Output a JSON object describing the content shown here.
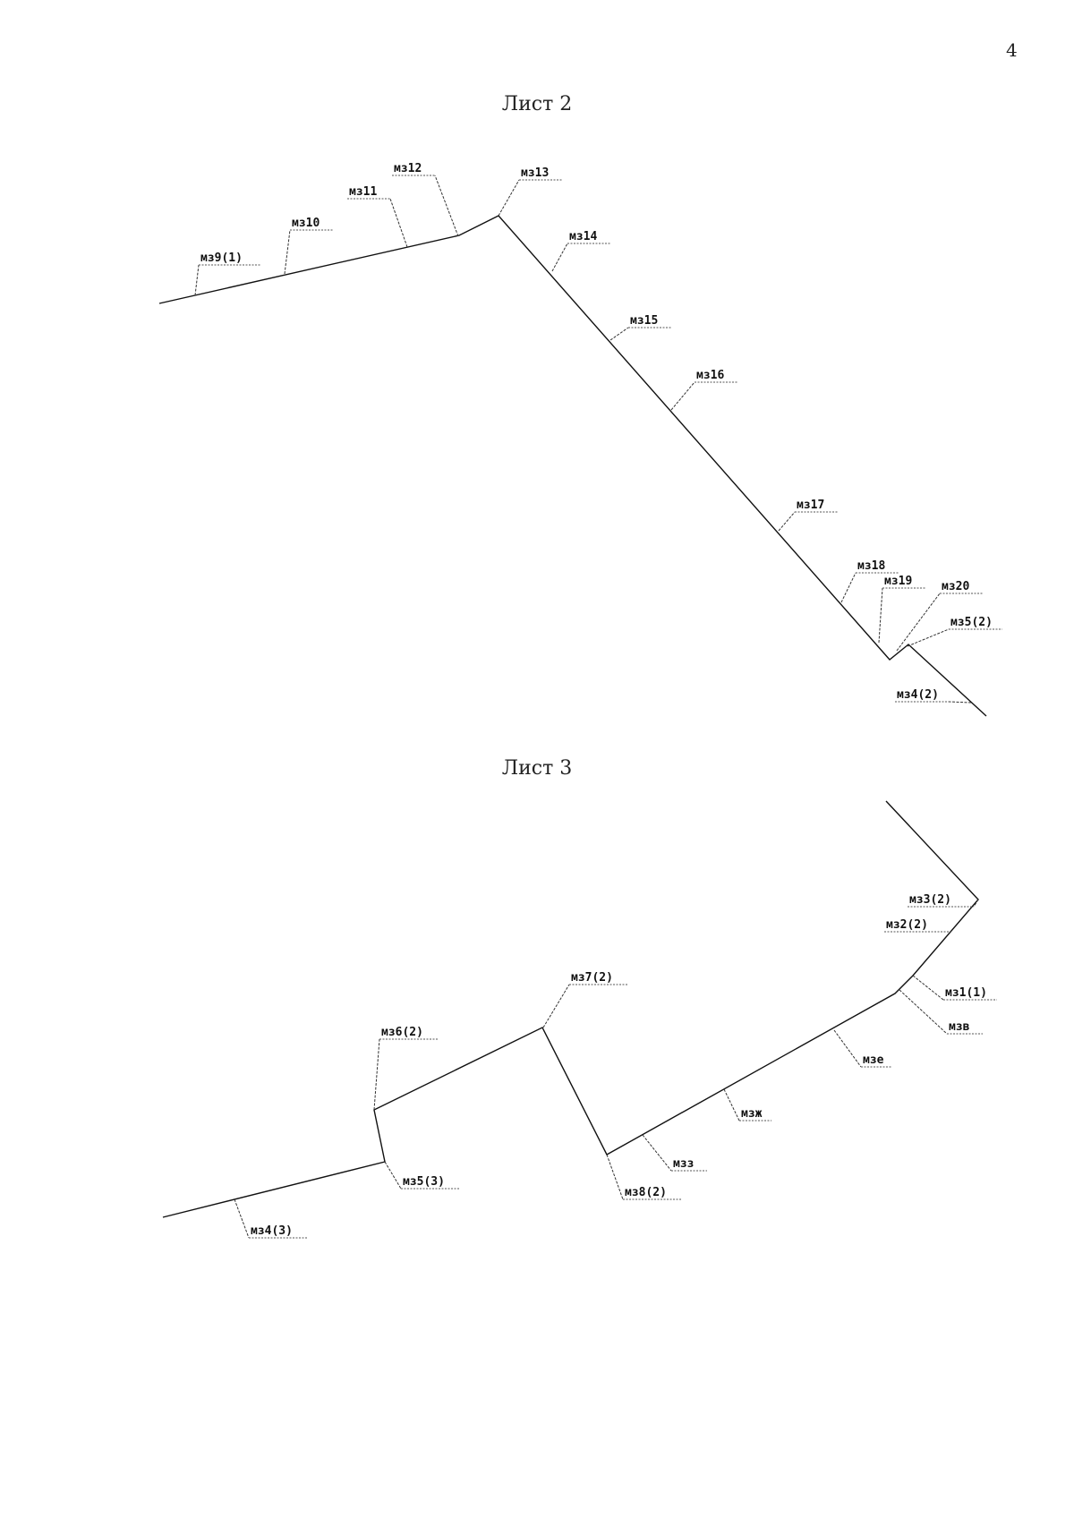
{
  "page_number": "4",
  "sheets": [
    {
      "title": "Лист 2",
      "labels": [
        "мз9(1)",
        "мз10",
        "мз11",
        "мз12",
        "мз13",
        "мз14",
        "мз15",
        "мз16",
        "мз17",
        "мз18",
        "мз19",
        "мз20",
        "мз5(2)",
        "мз4(2)"
      ]
    },
    {
      "title": "Лист 3",
      "labels": [
        "мз3(2)",
        "мз2(2)",
        "мз1(1)",
        "мзв",
        "мзе",
        "мзж",
        "мзз",
        "мз8(2)",
        "мз7(2)",
        "мз6(2)",
        "мз5(3)",
        "мз4(3)"
      ]
    }
  ]
}
